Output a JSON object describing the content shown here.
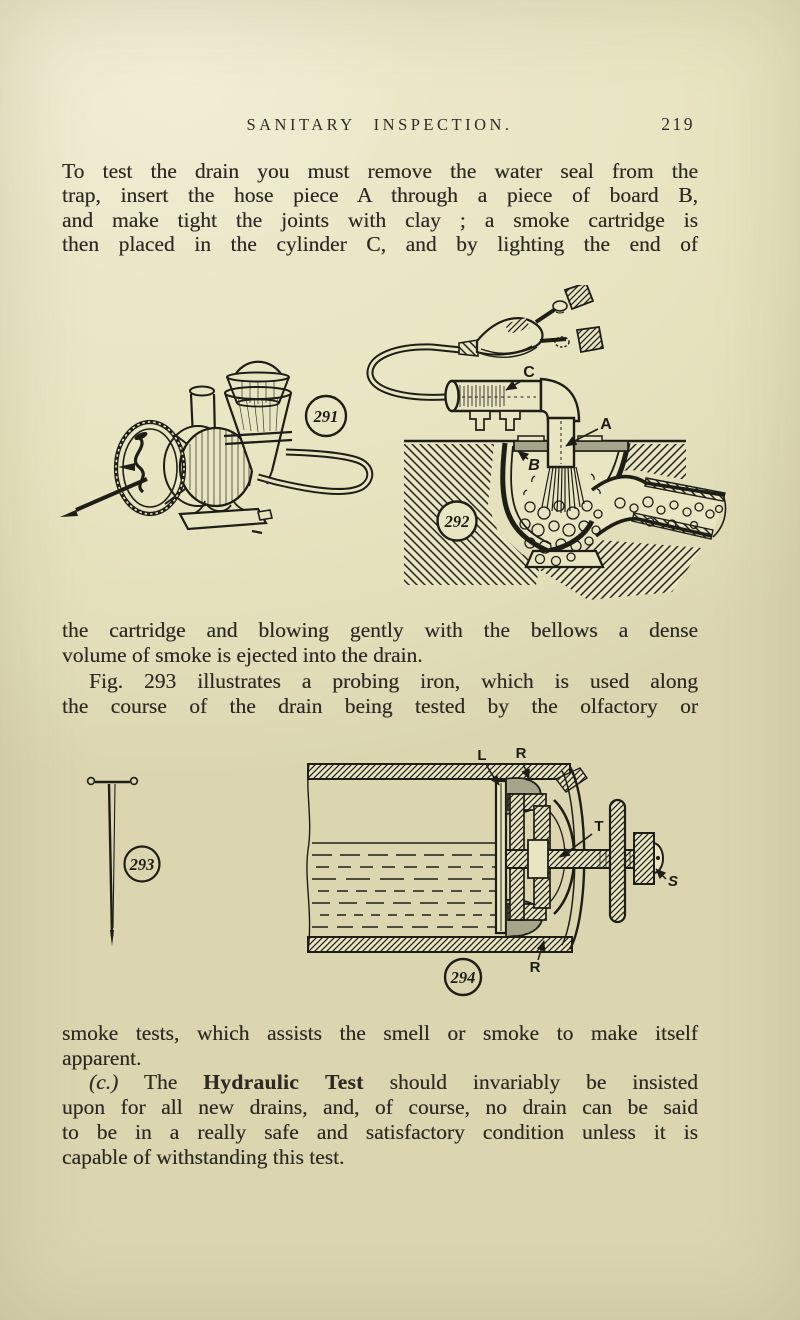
{
  "header": {
    "title": "SANITARY INSPECTION.",
    "page_number": "219"
  },
  "paragraphs": {
    "p1": {
      "lines": [
        "To test the drain you must remove the water seal from the",
        "trap, insert the hose piece A through a piece of board B,",
        "and make tight the joints with clay ; a smoke cartridge is",
        "then placed in the cylinder C, and by lighting the end of"
      ]
    },
    "p2": {
      "lines": [
        "the cartridge and blowing gently with the bellows a dense",
        "volume of smoke is ejected into the drain.",
        "Fig. 293 illustrates a probing iron, which is used along",
        "the course of the drain being tested by the olfactory or"
      ]
    },
    "p3": {
      "l1": "smoke tests, which assists the smell or smoke to make itself",
      "l2": "apparent.",
      "l3": {
        "prefix": "(c.)",
        "mid": " The ",
        "bold": "Hydraulic Test",
        "suffix": " should invariably be insisted"
      },
      "l4": "upon for all new drains, and, of course, no drain can be said",
      "l5": "to be in a really safe and satisfactory condition unless it is",
      "l6": "capable of withstanding this test."
    }
  },
  "figures": {
    "fig291": {
      "number": "291"
    },
    "fig292": {
      "number": "292",
      "labels": {
        "c": "C",
        "a": "A",
        "b": "B"
      }
    },
    "fig293": {
      "number": "293"
    },
    "fig294": {
      "number": "294",
      "labels": {
        "l": "L",
        "r_top": "R",
        "t": "T",
        "s": "S",
        "r_bottom": "R"
      }
    }
  },
  "colors": {
    "paper": "#e8e5c2",
    "ink": "#1f1e16"
  }
}
